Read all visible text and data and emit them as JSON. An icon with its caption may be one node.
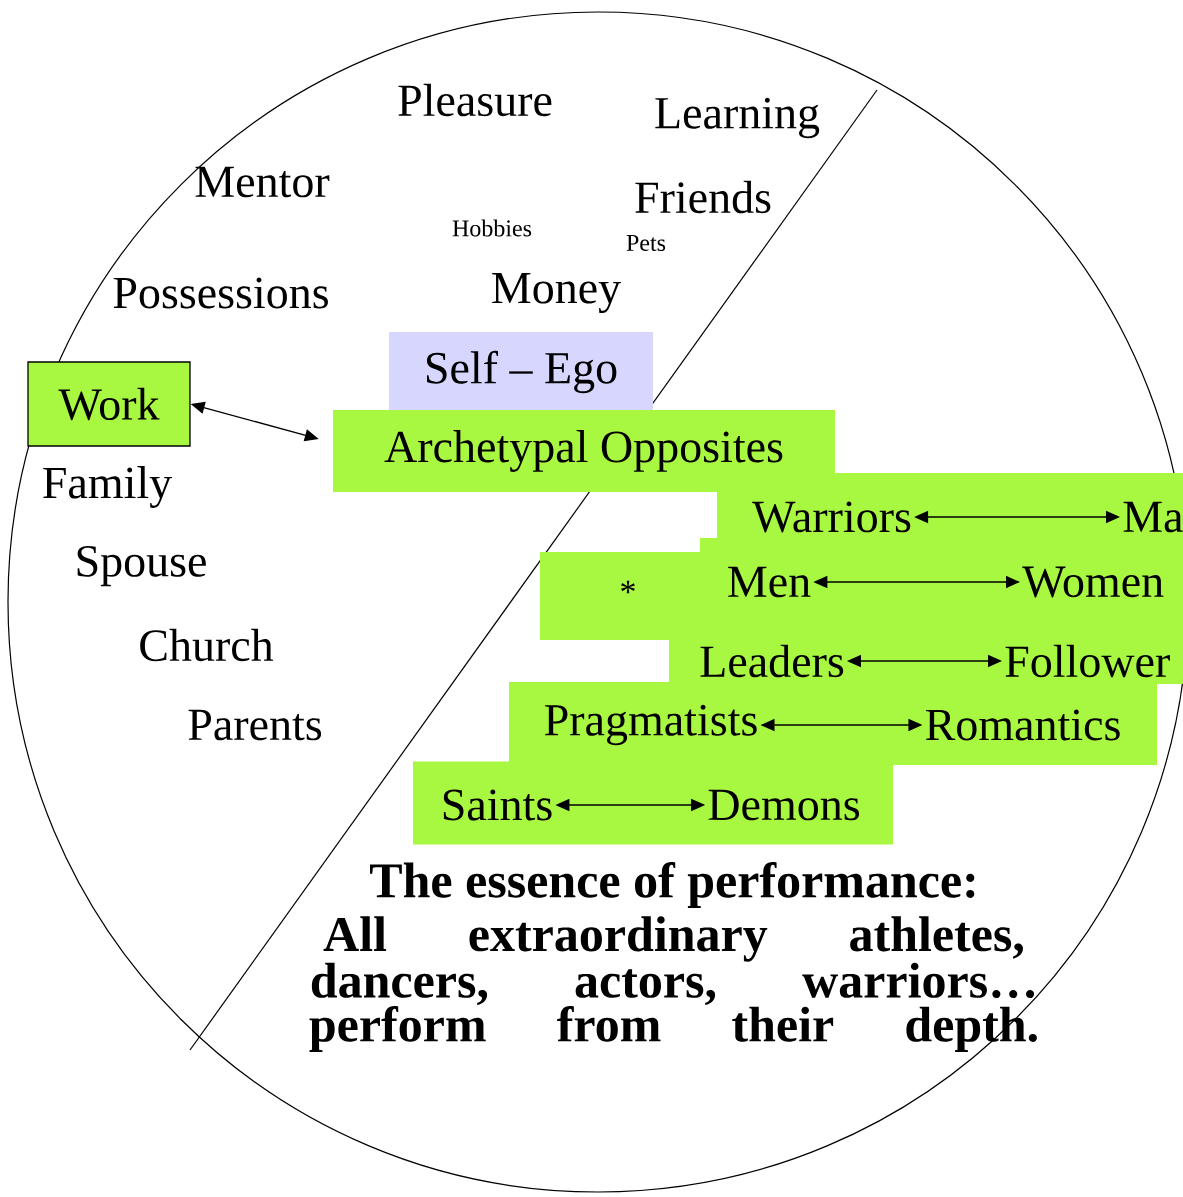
{
  "diagram": {
    "title": "The essence of performance:",
    "caption": "All extraordinary athletes, dancers, actors, warriors… perform from their depth.",
    "nodes": [
      {
        "text": [
          "Self – Ego"
        ]
      },
      {
        "text": [
          "Work"
        ]
      },
      {
        "text": [
          "Archetypal Opposites"
        ]
      },
      {
        "text": [
          "Warriors"
        ]
      },
      {
        "text": [
          "Ma"
        ]
      },
      {
        "text": [
          "Men"
        ]
      },
      {
        "text": [
          "Women"
        ]
      },
      {
        "text": [
          "Leaders"
        ]
      },
      {
        "text": [
          "Follower"
        ]
      },
      {
        "text": [
          "Pragmatists"
        ]
      },
      {
        "text": [
          "Romantics"
        ]
      },
      {
        "text": [],
        "shape": "box"
      },
      {
        "text": [
          "Saints"
        ],
        "in": 11
      },
      {
        "text": [
          "Demons"
        ],
        "in": 11
      }
    ],
    "edges": [
      {
        "from": 1,
        "to": 2,
        "arrow": "both"
      },
      {
        "from": 3,
        "to": 4,
        "arrow": "both"
      },
      {
        "from": 5,
        "to": 6,
        "arrow": "both"
      },
      {
        "from": 7,
        "to": 8,
        "arrow": "both"
      },
      {
        "from": 9,
        "to": 10,
        "arrow": "both"
      },
      {
        "from": 12,
        "to": 13,
        "arrow": "both"
      }
    ],
    "labels": [
      "Pleasure",
      "Learning",
      "Mentor",
      "Friends",
      "Hobbies",
      "Pets",
      "Possessions",
      "Money",
      "Family",
      "Spouse",
      "Church",
      "Parents",
      "*"
    ]
  }
}
